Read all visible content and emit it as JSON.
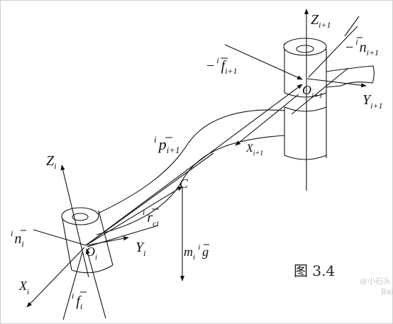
{
  "figure": {
    "caption": "图 3.4",
    "watermark_line1": "@小石头",
    "watermark_line2": "Bai"
  },
  "labels": {
    "z_i1": "Z",
    "z_i1_sub": "i+1",
    "neg": "−",
    "n_pre": "i",
    "n_sym": "n",
    "n_i1_sub": "i+1",
    "f_pre": "i",
    "f_sym": "f",
    "f_i1_sub": "i+1",
    "o_sym": "O",
    "o_i1_sub": "i+1",
    "y_sym": "Y",
    "y_i1_sub": "i+1",
    "x_sym": "X",
    "x_i1_sub": "i+1",
    "p_pre": "i",
    "p_sym": "p",
    "p_sub": "i+1",
    "c": "C",
    "z_i": "Z",
    "z_i_sub": "i",
    "r_pre": "i",
    "r_sym": "r",
    "r_sub": "ci",
    "n_i_sub": "i",
    "o_i_sub": "i",
    "y_i_sub": "i",
    "m": "m",
    "m_sub": "i",
    "g_pre": "i",
    "g_sym": "g",
    "x_i_sub": "i",
    "f_i_sub": "i"
  },
  "colors": {
    "ink": "#111111",
    "caption": "#222222",
    "watermark": "#c8c8c8"
  }
}
